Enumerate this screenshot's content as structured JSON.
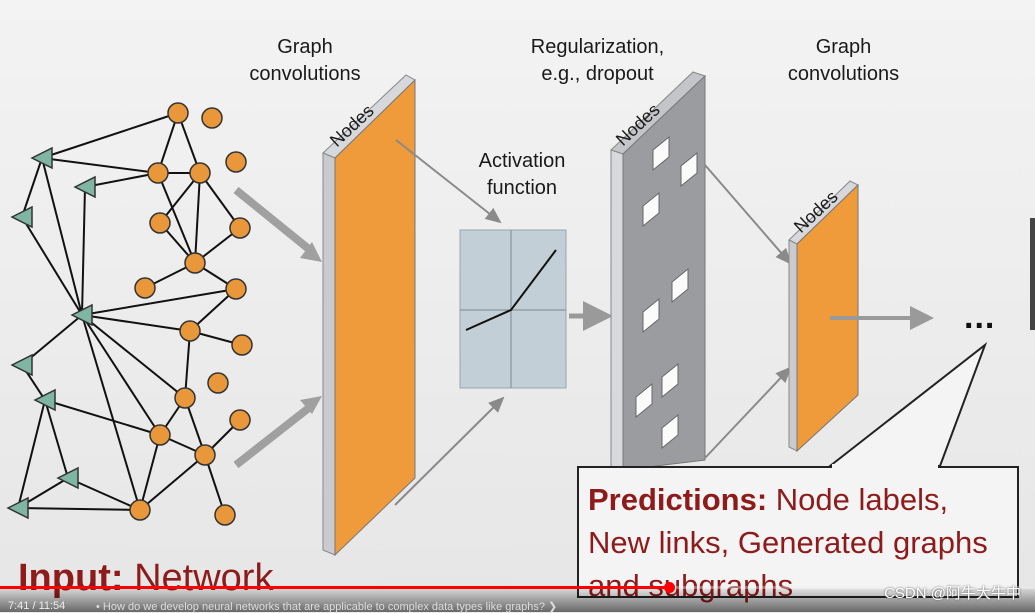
{
  "labels": {
    "graph_conv_1": "Graph\nconvolutions",
    "regularization": "Regularization,\ne.g., dropout",
    "activation": "Activation\nfunction",
    "graph_conv_2": "Graph\nconvolutions",
    "nodes_1": "Nodes",
    "nodes_2": "Nodes",
    "nodes_3": "Nodes",
    "ellipsis": "..."
  },
  "predictions": {
    "heading": "Predictions:",
    "text": " Node labels, New links, Generated graphs and subgraphs"
  },
  "input": {
    "heading": "Input:",
    "text": " Network"
  },
  "player": {
    "time": "7:41 / 11:54",
    "chapter": "• How do we develop neural networks that are applicable to complex data types like graphs? ❯",
    "progress": 0.646,
    "watermark": "CSDN @阿牛大牛中"
  },
  "colors": {
    "node": "#e8973a",
    "triangle": "#7fb5a3",
    "layer_orange": "#ef9a3b",
    "dropout_gray": "#9a9ca0",
    "text_red": "#8e1b1b"
  }
}
